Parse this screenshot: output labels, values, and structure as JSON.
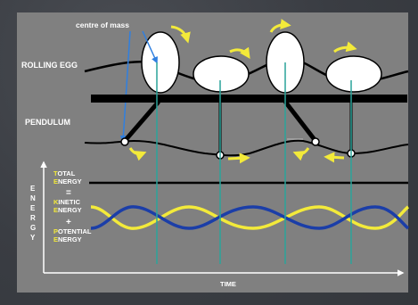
{
  "labels": {
    "centre_of_mass": "centre of mass",
    "rolling_egg": "ROLLING EGG",
    "pendulum": "PENDULUM",
    "time": "TIME",
    "energy_axis_letters": [
      "E",
      "N",
      "E",
      "R",
      "G",
      "Y"
    ]
  },
  "energy_legend": {
    "total_initial": "T",
    "total_rest": "OTAL",
    "total_energy_initial": "E",
    "total_energy_rest": "NERGY",
    "equals": "=",
    "kinetic_initial": "K",
    "kinetic_rest": "INETIC",
    "kinetic_energy_initial": "E",
    "kinetic_energy_rest": "NERGY",
    "plus": "+",
    "potential_initial": "P",
    "potential_rest": "OTENTIAL",
    "potential_energy_initial": "E",
    "potential_energy_rest": "NERGY"
  },
  "colors": {
    "panel": "#808080",
    "accent_yellow": "#f3ea3a",
    "kinetic_curve": "#f3ea3a",
    "potential_curve": "#1b3ea8",
    "time_markers": "#2aa49a",
    "pointer_arrows": "#2f7fe0",
    "black": "#000000",
    "white": "#ffffff"
  },
  "icons": [
    "curved-yellow-arrow-icon",
    "axis-arrow-icon",
    "egg-shape",
    "pendulum-bob"
  ]
}
